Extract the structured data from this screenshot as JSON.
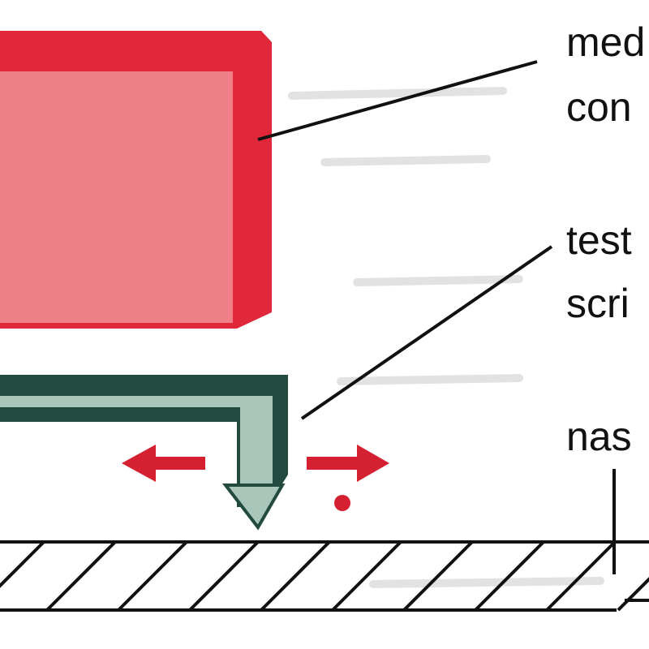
{
  "labels": {
    "medium_1": "med",
    "medium_2": "con",
    "tester_1": "test",
    "tester_2": "scri",
    "tape": "nas"
  },
  "colors": {
    "block_outer": "#e0283a",
    "block_inner": "#ef8088",
    "head_dark": "#234a3e",
    "head_light": "#a8c7ba",
    "arrow": "#d42030",
    "ink": "#111111",
    "background_text": "#dcdcdc"
  },
  "icons": {
    "left_arrow": "arrow-left-icon",
    "right_arrow": "arrow-right-icon",
    "dot": "dot-icon"
  }
}
